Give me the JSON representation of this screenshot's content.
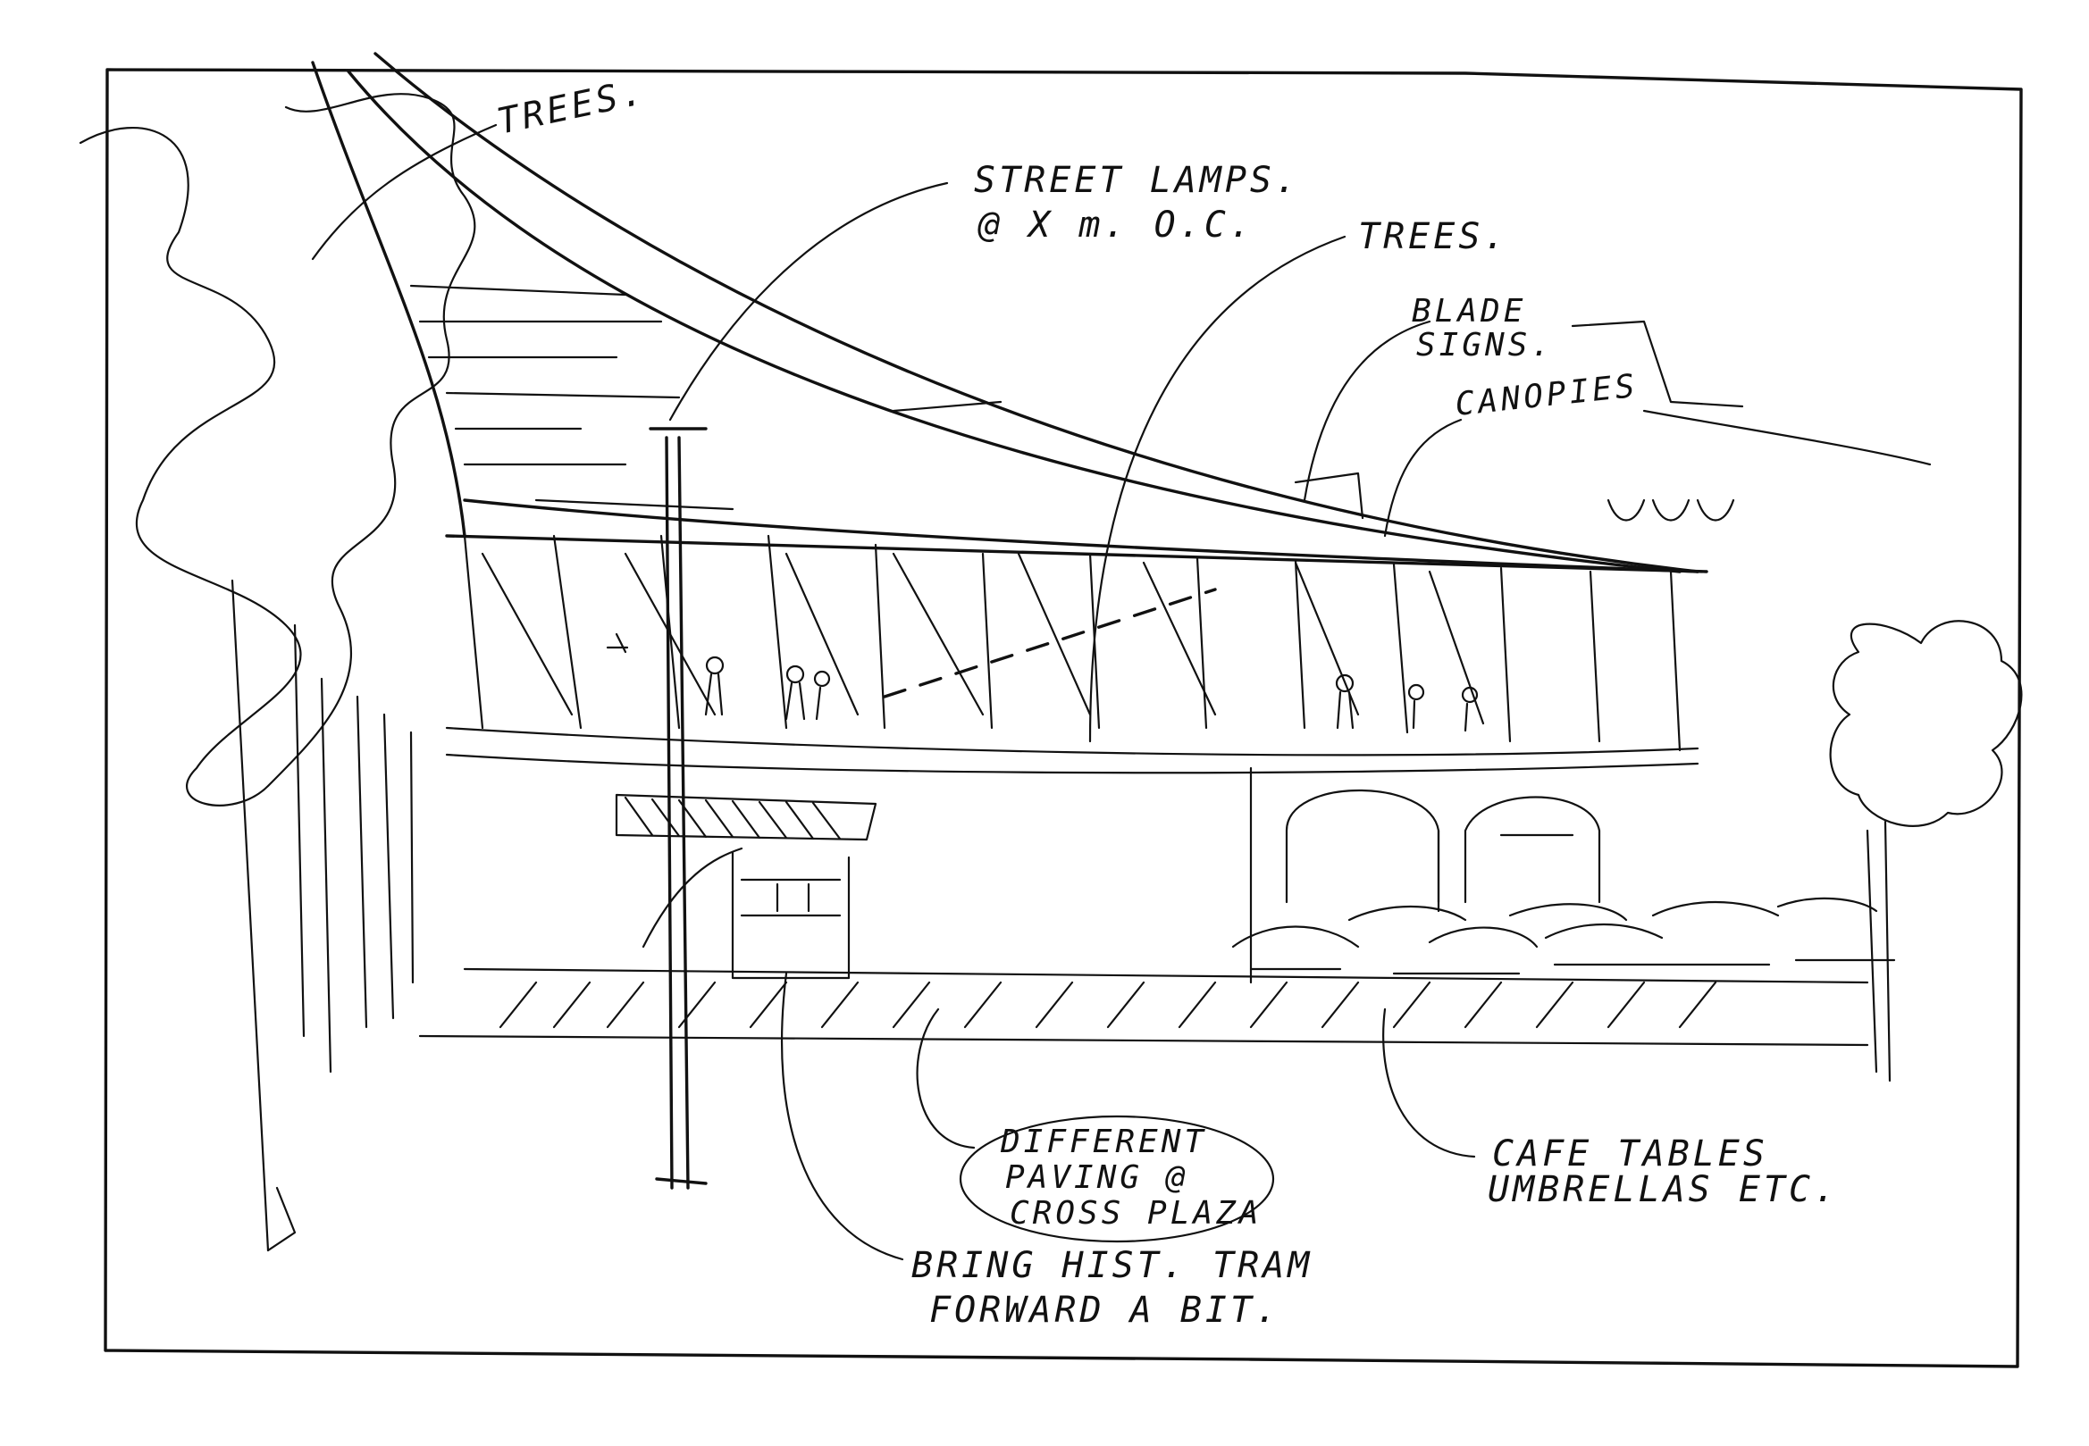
{
  "sketch": {
    "annotations": {
      "trees_left": "TREES.",
      "street_lamps_line1": "STREET LAMPS.",
      "street_lamps_line2": "@ X m. O.C.",
      "trees_center": "TREES.",
      "blade_signs_line1": "BLADE",
      "blade_signs_line2": "SIGNS.",
      "canopies": "CANOPIES",
      "paving_line1": "DIFFERENT",
      "paving_line2": "PAVING @",
      "paving_line3": "CROSS PLAZA",
      "cafe_line1": "CAFE TABLES",
      "cafe_line2": "UMBRELLAS ETC.",
      "tram_line1": "BRING HIST. TRAM",
      "tram_line2": "FORWARD A BIT."
    },
    "ink_color": "#111111",
    "paper_color": "#ffffff"
  }
}
